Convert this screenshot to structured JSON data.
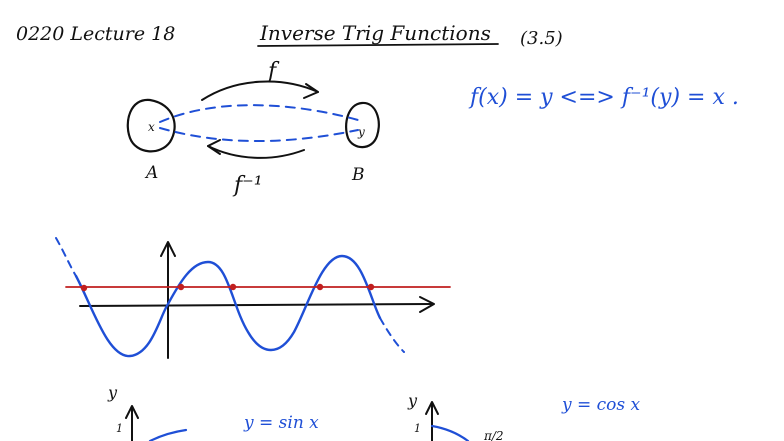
{
  "header": {
    "course_lecture": "0220 Lecture 18",
    "title": "Inverse Trig Functions",
    "section": "(3.5)"
  },
  "mapping_diagram": {
    "forward_label": "f",
    "inverse_label": "f⁻¹",
    "domain_set_label": "A",
    "codomain_set_label": "B",
    "domain_element": "x",
    "codomain_element": "y"
  },
  "definition": {
    "text": "f(x) = y  <=>  f⁻¹(y) = x ."
  },
  "bottom_graphs": {
    "left": {
      "axis_label": "y",
      "tick_label": "1",
      "curve_label": "y = sin x"
    },
    "right": {
      "axis_label": "y",
      "tick_label": "1",
      "curve_label": "y = cos x",
      "partial_label": "π/2"
    }
  },
  "colors": {
    "ink_black": "#111111",
    "ink_blue": "#1f4fd6",
    "ink_red": "#c11f1f"
  }
}
